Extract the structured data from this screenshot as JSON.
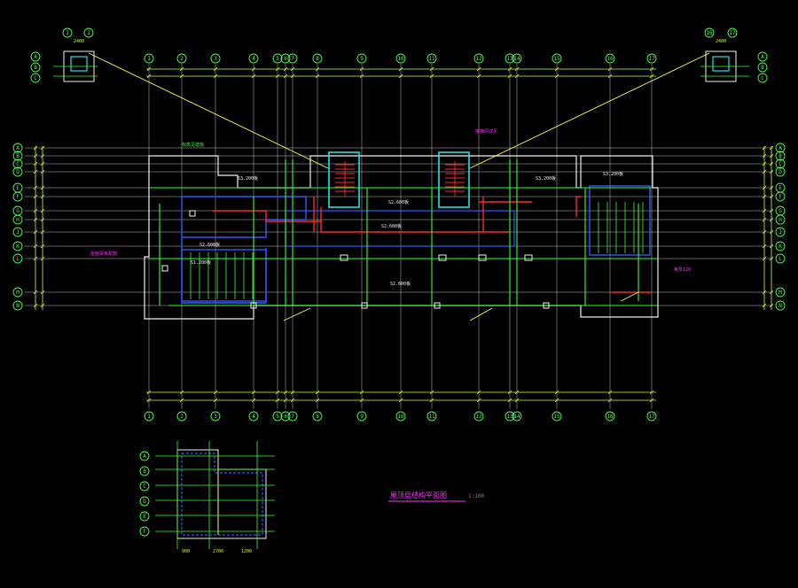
{
  "drawing": {
    "title": "屋顶层结构平面图",
    "scale": "1:100",
    "background_color": "#000000",
    "colors": {
      "axis_line": "#ffffff",
      "axis_bubble": "#4cff4c",
      "dimension": "#c8ff32",
      "beam": "#32ff32",
      "wall": "#f0f0f0",
      "column_cyan": "#19e6e6",
      "slab_blue": "#2d5aff",
      "rebar_red": "#ff2828",
      "note_magenta": "#ff32ff",
      "leader_yellow": "#ffff50"
    },
    "top_axes": [
      "1",
      "2",
      "3",
      "4",
      "5",
      "6",
      "7",
      "8",
      "9",
      "10",
      "11",
      "12",
      "13",
      "14",
      "15",
      "16",
      "17"
    ],
    "bottom_axes": [
      "1",
      "2",
      "3",
      "4",
      "5",
      "6",
      "7",
      "8",
      "9",
      "10",
      "11",
      "12",
      "13",
      "14",
      "15",
      "16",
      "17"
    ],
    "left_axes": [
      "A",
      "B",
      "C",
      "D",
      "E",
      "F",
      "G",
      "H",
      "J",
      "K",
      "L",
      "M",
      "N"
    ],
    "right_axes": [
      "A",
      "B",
      "C",
      "D",
      "E",
      "F",
      "G",
      "H",
      "J",
      "K",
      "L",
      "M",
      "N"
    ],
    "slab_labels": [
      {
        "text": "S3.200板"
      },
      {
        "text": "S2.600板"
      },
      {
        "text": "S3.200板"
      },
      {
        "text": "S2.600板"
      },
      {
        "text": "S2.600板"
      },
      {
        "text": "S3.200板"
      },
      {
        "text": "S2.600板"
      },
      {
        "text": "S1.200板"
      }
    ],
    "callouts": [
      {
        "text": "屋面梁板配筋"
      },
      {
        "text": "楼梯间详见"
      },
      {
        "text": "标高见建施"
      },
      {
        "text": "板厚120"
      }
    ],
    "inset_top_left": {
      "axes": [
        "1",
        "2"
      ],
      "rows": [
        "A",
        "B",
        "C"
      ],
      "dim": "2400"
    },
    "inset_top_right": {
      "axes": [
        "16",
        "17"
      ],
      "rows": [
        "A",
        "B",
        "C"
      ],
      "dim": "2400"
    },
    "inset_bottom": {
      "rows": [
        "A",
        "B",
        "C",
        "D",
        "E",
        "F"
      ],
      "dims": [
        "900",
        "2700",
        "1200"
      ]
    }
  }
}
